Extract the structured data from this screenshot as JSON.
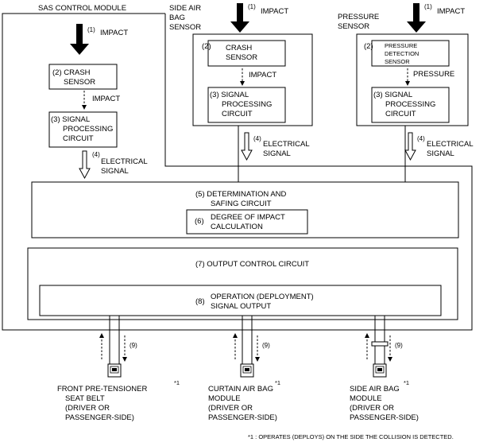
{
  "module_label": "SAS CONTROL MODULE",
  "side_sensor_label": [
    "SIDE AIR",
    "BAG",
    "SENSOR"
  ],
  "pressure_sensor_label": [
    "PRESSURE",
    "SENSOR"
  ],
  "num": {
    "n1": "(1)",
    "n2": "(2)",
    "n3": "(3)",
    "n4": "(4)",
    "n5": "(5)",
    "n6": "(6)",
    "n7": "(7)",
    "n8": "(8)",
    "n9": "(9)",
    "star": "*1"
  },
  "impact": "IMPACT",
  "pressure": "PRESSURE",
  "crash_sensor": [
    "CRASH",
    "SENSOR"
  ],
  "pressure_detection_sensor": [
    "PRESSURE",
    "DETECTION",
    "SENSOR"
  ],
  "signal_processing": [
    "SIGNAL",
    "PROCESSING",
    "CIRCUIT"
  ],
  "electrical_signal": [
    "ELECTRICAL",
    "SIGNAL"
  ],
  "determination": [
    "DETERMINATION AND",
    "SAFING CIRCUIT"
  ],
  "degree": [
    "DEGREE OF IMPACT",
    "CALCULATION"
  ],
  "output_control": "OUTPUT CONTROL  CIRCUIT",
  "operation": [
    "OPERATION (DEPLOYMENT)",
    "SIGNAL OUTPUT"
  ],
  "outputs": [
    {
      "title": [
        "FRONT PRE-TENSIONER",
        "SEAT BELT",
        "(DRIVER OR",
        "PASSENGER-SIDE)"
      ]
    },
    {
      "title": [
        "CURTAIN AIR BAG",
        "MODULE",
        "(DRIVER OR",
        "PASSENGER-SIDE)"
      ]
    },
    {
      "title": [
        "SIDE AIR BAG",
        "MODULE",
        "(DRIVER OR",
        "PASSENGER-SIDE)"
      ]
    }
  ],
  "footnote": "*1 : OPERATES (DEPLOYS) ON THE SIDE THE COLLISION IS DETECTED."
}
